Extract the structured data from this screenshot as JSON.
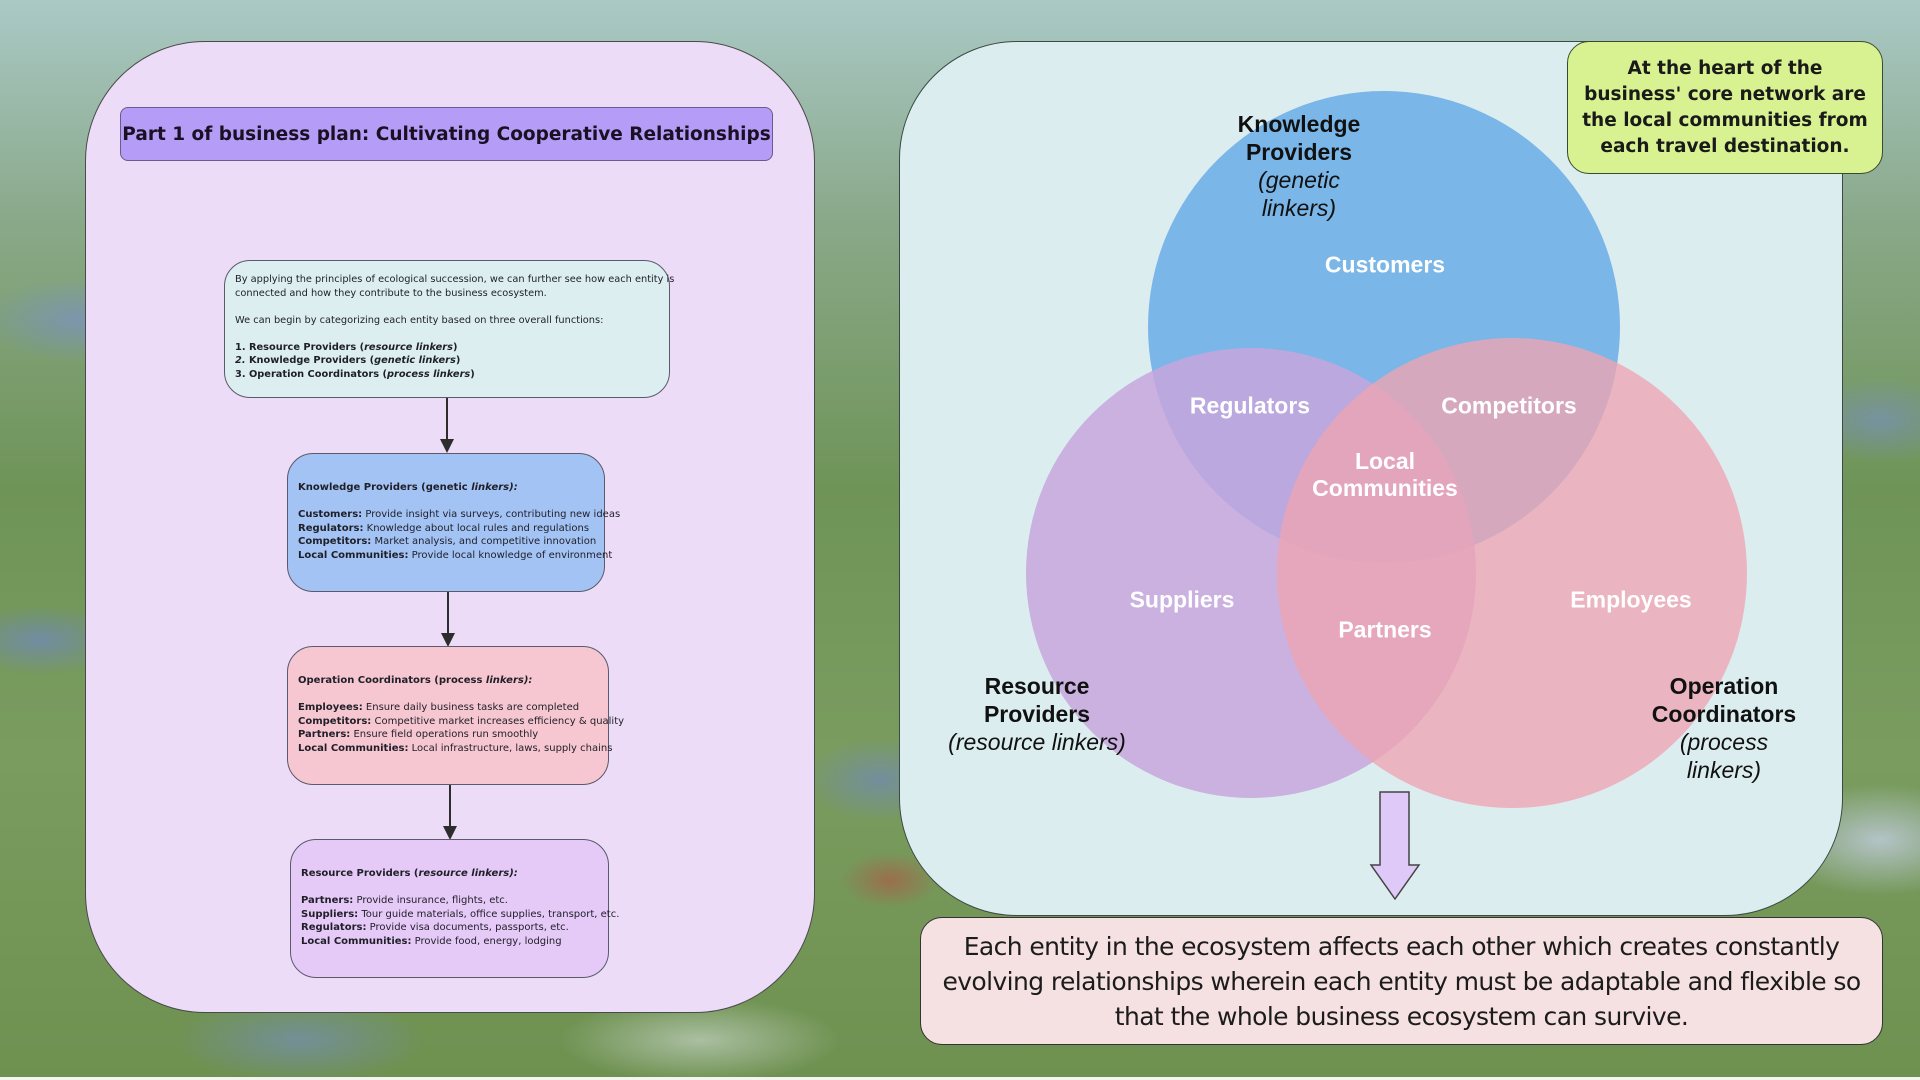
{
  "title": "Part 1 of business plan: Cultivating Cooperative Relationships",
  "intro": {
    "paragraph1": "By applying the principles of ecological succession, we can further see how each entity is connected and how they contribute to the business ecosystem.",
    "paragraph1_line1": "By applying the principles of ecological succession, we can further see how each entity is",
    "paragraph1_line2": "connected and how they contribute to the business ecosystem.",
    "paragraph2": "We can begin by categorizing each entity based on three overall functions:",
    "functions": [
      {
        "number": "1.",
        "name": "Resource Providers",
        "linker": "resource linkers"
      },
      {
        "number": "2.",
        "name": "Knowledge Providers",
        "linker": "genetic linkers"
      },
      {
        "number": "3.",
        "name": "Operation Coordinators",
        "linker": "process linkers"
      }
    ]
  },
  "flow_boxes": [
    {
      "heading": "Knowledge Providers (genetic ",
      "heading_italic": "linkers):",
      "color": "#a3c3f4",
      "items": [
        {
          "entity": "Customers:",
          "description": " Provide insight via surveys, contributing new ideas"
        },
        {
          "entity": "Regulators:",
          "description": " Knowledge about local rules and regulations"
        },
        {
          "entity": "Competitors:",
          "description": " Market analysis, and competitive innovation"
        },
        {
          "entity": "Local Communities:",
          "description": " Provide local knowledge of environment"
        }
      ]
    },
    {
      "heading": "Operation Coordinators (process ",
      "heading_italic": "linkers):",
      "color": "#f6c6d1",
      "items": [
        {
          "entity": "Employees:",
          "description": " Ensure daily business tasks are completed"
        },
        {
          "entity": "Competitors:",
          "description": " Competitive market increases efficiency & quality"
        },
        {
          "entity": "Partners:",
          "description": " Ensure field operations run smoothly"
        },
        {
          "entity": "Local Communities:",
          "description": " Local infrastructure, laws, supply chains"
        }
      ]
    },
    {
      "heading": "Resource Providers (",
      "heading_italic": "resource linkers):",
      "color": "#e5c9f7",
      "items": [
        {
          "entity": "Partners:",
          "description": " Provide insurance, flights, etc."
        },
        {
          "entity": "Suppliers:",
          "description": " Tour guide materials, office supplies, transport, etc."
        },
        {
          "entity": "Regulators:",
          "description": " Provide visa documents, passports, etc."
        },
        {
          "entity": "Local Communities:",
          "description": " Provide food, energy, lodging"
        }
      ]
    }
  ],
  "venn": {
    "sets": [
      {
        "name": "Knowledge Providers",
        "linker": "(genetic",
        "linker2": "linkers)",
        "color": "#7ab6e8"
      },
      {
        "name": "Resource Providers",
        "linker": "(resource linkers)",
        "color": "#c7a6dd"
      },
      {
        "name": "Operation Coordinators",
        "linker": "(process",
        "linker2": "linkers)",
        "color": "#eea4b2"
      }
    ],
    "group_labels": {
      "knowledge_line1": "Knowledge",
      "knowledge_line2": "Providers",
      "knowledge_sub1": "(genetic",
      "knowledge_sub2": "linkers)",
      "resource_line1": "Resource",
      "resource_line2": "Providers",
      "resource_sub": "(resource linkers)",
      "operation_line1": "Operation",
      "operation_line2": "Coordinators",
      "operation_sub1": "(process",
      "operation_sub2": "linkers)"
    },
    "regions": {
      "knowledge_only": "Customers",
      "knowledge_resource": "Regulators",
      "knowledge_operation": "Competitors",
      "center_line1": "Local",
      "center_line2": "Communities",
      "resource_only": "Suppliers",
      "resource_operation": "Partners",
      "operation_only": "Employees"
    }
  },
  "callout": "At the heart of the business' core network are the local communities from each travel destination.",
  "conclusion": "Each entity in the ecosystem affects each other which creates constantly evolving relationships wherein each entity must be adaptable and flexible so that the whole business ecosystem can survive.",
  "colors": {
    "left_panel": "#ecdcf7",
    "title_bar": "#b59cf6",
    "intro_box": "#dceef0",
    "right_panel": "#dcedf0",
    "callout": "#d8f291",
    "conclusion": "#f6e1e2",
    "arrow_fill": "#dfc9f8"
  }
}
